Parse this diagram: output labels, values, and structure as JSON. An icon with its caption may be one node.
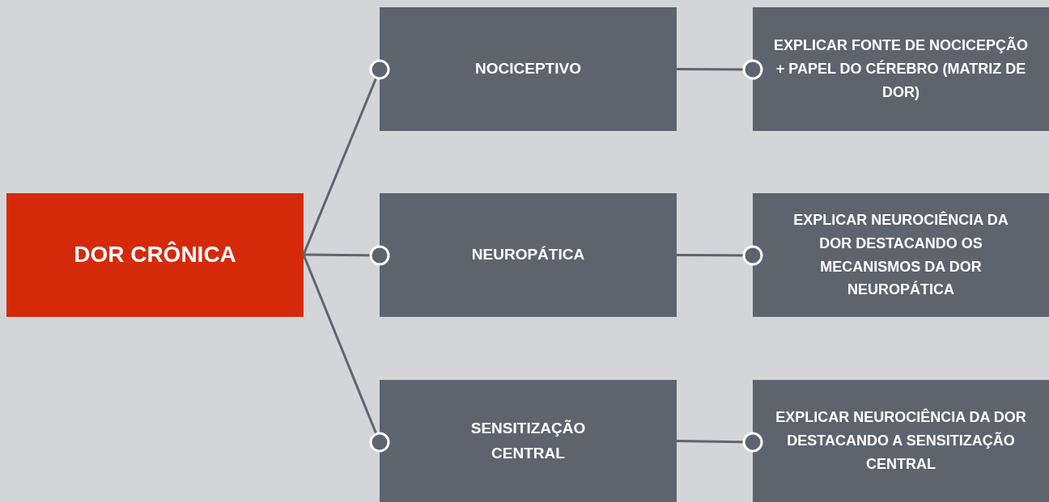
{
  "diagram": {
    "nodes": [
      {
        "text": [
          "DOR CRÔNICA"
        ]
      },
      {
        "text": [
          "NOCICEPTIVO"
        ]
      },
      {
        "text": [
          "NEUROPÁTICA"
        ]
      },
      {
        "text": [
          "SENSITIZAÇÃO CENTRAL"
        ]
      },
      {
        "text": [
          "EXPLICAR FONTE DE NOCICEPÇÃO + PAPEL DO CÉREBRO (MATRIZ DE DOR)"
        ]
      },
      {
        "text": [
          "EXPLICAR NEUROCIÊNCIA DA DOR DESTACANDO OS MECANISMOS DA DOR NEUROPÁTICA"
        ]
      },
      {
        "text": [
          "EXPLICAR NEUROCIÊNCIA DA DOR DESTACANDO A SENSITIZAÇÃO CENTRAL"
        ]
      }
    ],
    "edges": [
      {
        "from": 0,
        "to": 1,
        "arrow": "other"
      },
      {
        "from": 0,
        "to": 2,
        "arrow": "other"
      },
      {
        "from": 0,
        "to": 3,
        "arrow": "other"
      },
      {
        "from": 1,
        "to": 4,
        "arrow": "other"
      },
      {
        "from": 2,
        "to": 5,
        "arrow": "other"
      },
      {
        "from": 3,
        "to": 6,
        "arrow": "other"
      }
    ]
  }
}
